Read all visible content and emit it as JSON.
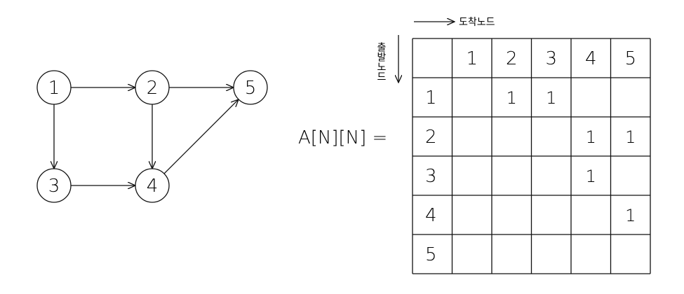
{
  "graph": {
    "nodes": [
      {
        "id": "1",
        "label": "1"
      },
      {
        "id": "2",
        "label": "2"
      },
      {
        "id": "3",
        "label": "3"
      },
      {
        "id": "4",
        "label": "4"
      },
      {
        "id": "5",
        "label": "5"
      }
    ],
    "edges": [
      {
        "from": "1",
        "to": "2"
      },
      {
        "from": "1",
        "to": "3"
      },
      {
        "from": "2",
        "to": "5"
      },
      {
        "from": "2",
        "to": "4"
      },
      {
        "from": "3",
        "to": "4"
      },
      {
        "from": "4",
        "to": "5"
      }
    ]
  },
  "matrix": {
    "label": "A[N][N] =",
    "col_axis_label": "도착노드",
    "row_axis_label": "출발노드",
    "col_headers": [
      "1",
      "2",
      "3",
      "4",
      "5"
    ],
    "row_headers": [
      "1",
      "2",
      "3",
      "4",
      "5"
    ],
    "cells": [
      [
        "",
        "1",
        "1",
        "",
        ""
      ],
      [
        "",
        "",
        "",
        "1",
        "1"
      ],
      [
        "",
        "",
        "",
        "1",
        ""
      ],
      [
        "",
        "",
        "",
        "",
        "1"
      ],
      [
        "",
        "",
        "",
        "",
        ""
      ]
    ]
  }
}
